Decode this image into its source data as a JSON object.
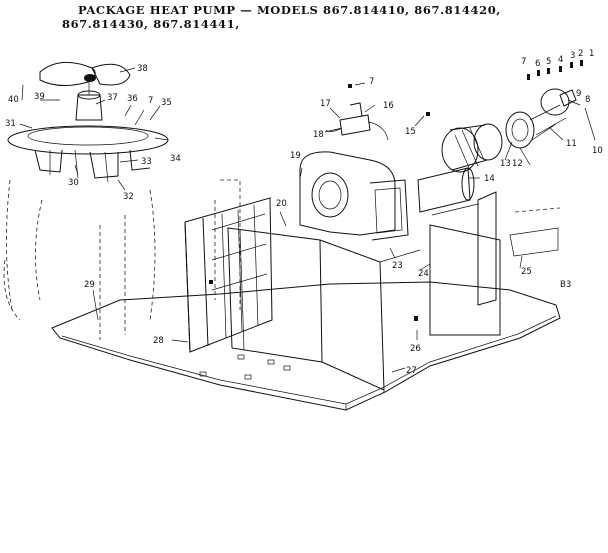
{
  "title": {
    "line1": "PACKAGE HEAT PUMP — MODELS 867.814410, 867.814420,",
    "line2": "867.814430, 867.814441,"
  },
  "parts": {
    "p1": "1",
    "p2": "2",
    "p3": "3",
    "p4": "4",
    "p5": "5",
    "p6": "6",
    "p7": "7",
    "p8": "8",
    "p9": "9",
    "p10": "10",
    "p11": "11",
    "p12": "12",
    "p13": "13",
    "p14": "14",
    "p15": "15",
    "p16": "16",
    "p17": "17",
    "p18": "18",
    "p19": "19",
    "p20": "20",
    "p23": "23",
    "p24": "24",
    "p25": "25",
    "p26": "26",
    "p27": "27",
    "p28": "28",
    "p29": "29",
    "p30": "30",
    "p31": "31",
    "p32": "32",
    "p33": "33",
    "p34": "34",
    "p35": "35",
    "p36": "36",
    "p37": "37",
    "p38": "38",
    "p39": "39",
    "p40": "40",
    "p7b": "7",
    "p7c": "7"
  },
  "corner_mark": "B3"
}
